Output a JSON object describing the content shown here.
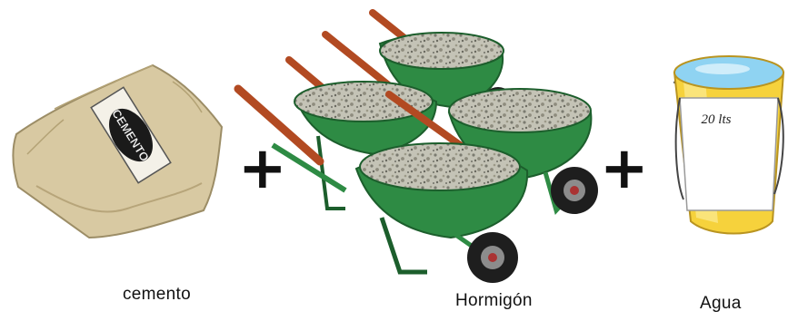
{
  "items": [
    {
      "label": "cemento",
      "bag_text": "CEMENTO"
    },
    {
      "label": "Hormigón"
    },
    {
      "label": "Agua",
      "bucket_text": "20 lts"
    }
  ],
  "operators": [
    "+",
    "+"
  ],
  "colors": {
    "bag": "#d8c9a2",
    "wheelbarrow": "#2e8b44",
    "handle": "#b24a22",
    "gravel": "#b8b8aa",
    "bucket": "#f6d23c",
    "water": "#8fd3f2"
  }
}
